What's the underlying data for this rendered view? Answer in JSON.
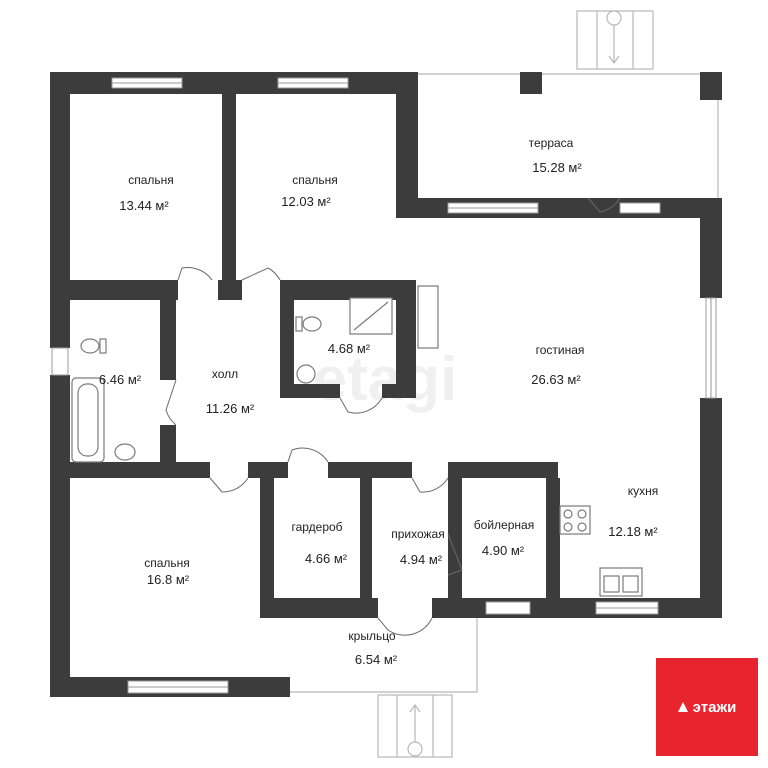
{
  "rooms": [
    {
      "id": "bedroom1",
      "name": "спальня",
      "area": "13.44 м²"
    },
    {
      "id": "bedroom2",
      "name": "спальня",
      "area": "12.03 м²"
    },
    {
      "id": "terrace",
      "name": "терраса",
      "area": "15.28 м²"
    },
    {
      "id": "wc",
      "name": "",
      "area": "4.68 м²"
    },
    {
      "id": "bathroom",
      "name": "",
      "area": "6.46 м²"
    },
    {
      "id": "hall",
      "name": "холл",
      "area": "11.26 м²"
    },
    {
      "id": "living",
      "name": "гостиная",
      "area": "26.63 м²"
    },
    {
      "id": "kitchen",
      "name": "кухня",
      "area": "12.18 м²"
    },
    {
      "id": "bedroom3",
      "name": "спальня",
      "area": "16.8 м²"
    },
    {
      "id": "wardrobe",
      "name": "гардероб",
      "area": "4.66 м²"
    },
    {
      "id": "entry",
      "name": "прихожая",
      "area": "4.94 м²"
    },
    {
      "id": "boiler",
      "name": "бойлерная",
      "area": "4.90 м²"
    },
    {
      "id": "porch",
      "name": "крыльцо",
      "area": "6.54 м²"
    }
  ],
  "watermark": "etagi",
  "brand": {
    "name": "этажи",
    "color": "#e8252f",
    "icon": "house-icon"
  },
  "colors": {
    "wall": "#3c3c3c",
    "background": "#ffffff"
  }
}
